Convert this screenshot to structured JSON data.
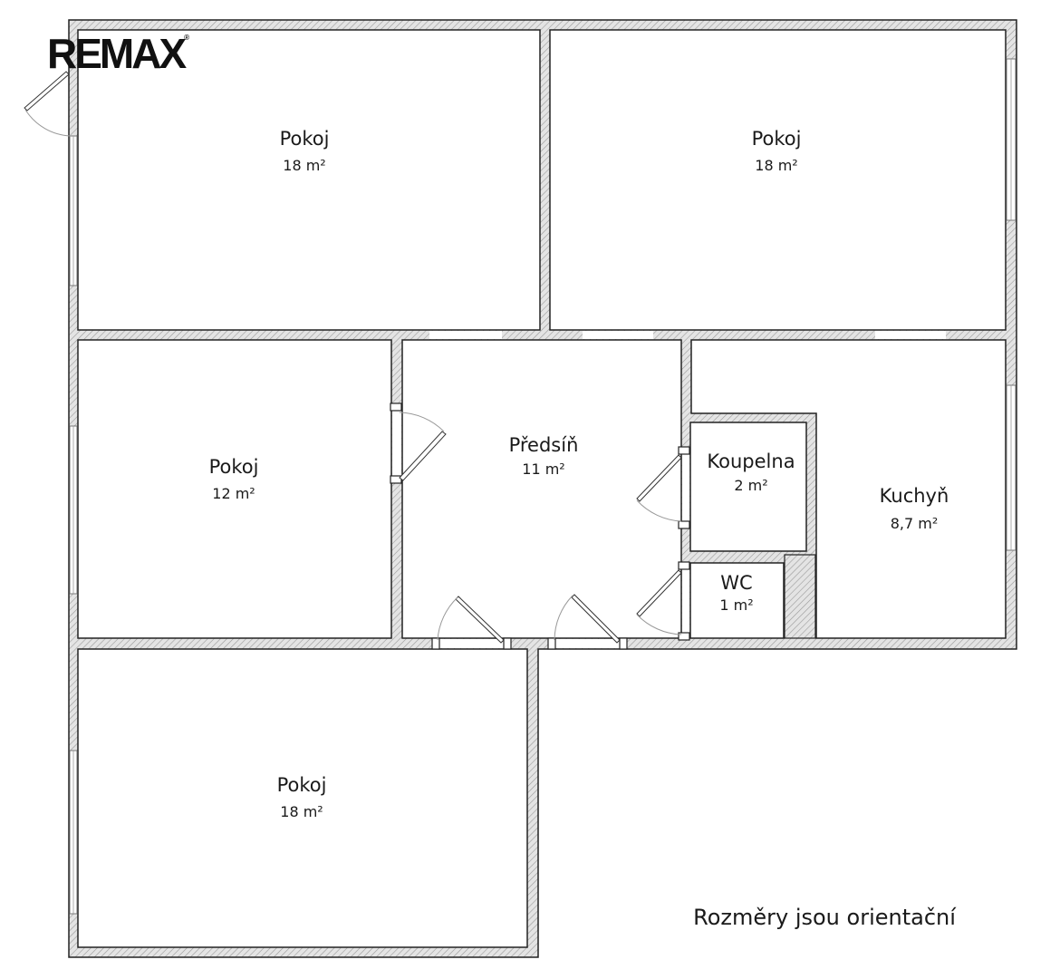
{
  "brand": {
    "logo_text": "REMAX",
    "logo_mark": "®"
  },
  "rooms": [
    {
      "id": "pokoj-1",
      "name": "Pokoj",
      "area": "18 m²"
    },
    {
      "id": "pokoj-2",
      "name": "Pokoj",
      "area": "18 m²"
    },
    {
      "id": "pokoj-3",
      "name": "Pokoj",
      "area": "12 m²"
    },
    {
      "id": "predsin",
      "name": "Předsíň",
      "area": "11 m²"
    },
    {
      "id": "koupelna",
      "name": "Koupelna",
      "area": "2 m²"
    },
    {
      "id": "kuchyn",
      "name": "Kuchyň",
      "area": "8,7 m²"
    },
    {
      "id": "wc",
      "name": "WC",
      "area": "1 m²"
    },
    {
      "id": "pokoj-4",
      "name": "Pokoj",
      "area": "18 m²"
    }
  ],
  "note": "Rozměry jsou orientační",
  "colors": {
    "wall_fill": "#dedede",
    "wall_stroke": "#222222",
    "background": "#ffffff"
  }
}
